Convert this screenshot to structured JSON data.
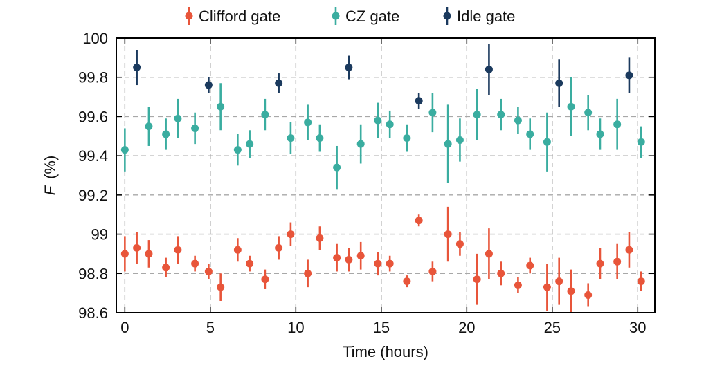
{
  "chart_data": {
    "type": "scatter",
    "xlabel": "Time  (hours)",
    "ylabel_symbol": "F",
    "ylabel_unit": "(%)",
    "xlim": [
      -0.5,
      31.0
    ],
    "ylim": [
      98.6,
      100.0
    ],
    "xticks": [
      0,
      5,
      10,
      15,
      20,
      25,
      30
    ],
    "yticks": [
      98.6,
      98.8,
      99.0,
      99.2,
      99.4,
      99.6,
      99.8,
      100.0
    ],
    "ytick_labels": [
      "98.6",
      "98.8",
      "99",
      "99.2",
      "99.4",
      "99.6",
      "99.8",
      "100"
    ],
    "grid": true,
    "legend_position": "top",
    "series": [
      {
        "name": "Clifford gate",
        "color": "#e8553a",
        "points": [
          {
            "x": 0.0,
            "y": 98.9,
            "err": 0.09
          },
          {
            "x": 0.7,
            "y": 98.93,
            "err": 0.08
          },
          {
            "x": 1.4,
            "y": 98.9,
            "err": 0.07
          },
          {
            "x": 2.4,
            "y": 98.83,
            "err": 0.05
          },
          {
            "x": 3.1,
            "y": 98.92,
            "err": 0.07
          },
          {
            "x": 4.1,
            "y": 98.85,
            "err": 0.04
          },
          {
            "x": 4.9,
            "y": 98.81,
            "err": 0.04
          },
          {
            "x": 5.6,
            "y": 98.73,
            "err": 0.07
          },
          {
            "x": 6.6,
            "y": 98.92,
            "err": 0.06
          },
          {
            "x": 7.3,
            "y": 98.85,
            "err": 0.04
          },
          {
            "x": 8.2,
            "y": 98.77,
            "err": 0.05
          },
          {
            "x": 9.0,
            "y": 98.93,
            "err": 0.06
          },
          {
            "x": 9.7,
            "y": 99.0,
            "err": 0.06
          },
          {
            "x": 10.7,
            "y": 98.8,
            "err": 0.07
          },
          {
            "x": 11.4,
            "y": 98.98,
            "err": 0.06
          },
          {
            "x": 12.4,
            "y": 98.88,
            "err": 0.07
          },
          {
            "x": 13.1,
            "y": 98.87,
            "err": 0.06
          },
          {
            "x": 13.8,
            "y": 98.89,
            "err": 0.07
          },
          {
            "x": 14.8,
            "y": 98.85,
            "err": 0.06
          },
          {
            "x": 15.5,
            "y": 98.85,
            "err": 0.04
          },
          {
            "x": 16.5,
            "y": 98.76,
            "err": 0.03
          },
          {
            "x": 17.2,
            "y": 99.07,
            "err": 0.03
          },
          {
            "x": 18.0,
            "y": 98.81,
            "err": 0.05
          },
          {
            "x": 18.9,
            "y": 99.0,
            "err": 0.14
          },
          {
            "x": 19.6,
            "y": 98.95,
            "err": 0.06
          },
          {
            "x": 20.6,
            "y": 98.77,
            "err": 0.13
          },
          {
            "x": 21.3,
            "y": 98.9,
            "err": 0.13
          },
          {
            "x": 22.0,
            "y": 98.8,
            "err": 0.06
          },
          {
            "x": 23.0,
            "y": 98.74,
            "err": 0.04
          },
          {
            "x": 23.7,
            "y": 98.84,
            "err": 0.04
          },
          {
            "x": 24.7,
            "y": 98.73,
            "err": 0.12
          },
          {
            "x": 25.4,
            "y": 98.76,
            "err": 0.12
          },
          {
            "x": 26.1,
            "y": 98.71,
            "err": 0.11
          },
          {
            "x": 27.1,
            "y": 98.69,
            "err": 0.06
          },
          {
            "x": 27.8,
            "y": 98.85,
            "err": 0.08
          },
          {
            "x": 28.8,
            "y": 98.86,
            "err": 0.09
          },
          {
            "x": 29.5,
            "y": 98.92,
            "err": 0.09
          },
          {
            "x": 30.2,
            "y": 98.76,
            "err": 0.05
          }
        ]
      },
      {
        "name": "CZ gate",
        "color": "#3aada0",
        "points": [
          {
            "x": 0.0,
            "y": 99.43,
            "err": 0.11
          },
          {
            "x": 1.4,
            "y": 99.55,
            "err": 0.1
          },
          {
            "x": 2.4,
            "y": 99.51,
            "err": 0.08
          },
          {
            "x": 3.1,
            "y": 99.59,
            "err": 0.1
          },
          {
            "x": 4.1,
            "y": 99.54,
            "err": 0.08
          },
          {
            "x": 5.6,
            "y": 99.65,
            "err": 0.12
          },
          {
            "x": 6.6,
            "y": 99.43,
            "err": 0.08
          },
          {
            "x": 7.3,
            "y": 99.46,
            "err": 0.07
          },
          {
            "x": 8.2,
            "y": 99.61,
            "err": 0.08
          },
          {
            "x": 9.7,
            "y": 99.49,
            "err": 0.08
          },
          {
            "x": 10.7,
            "y": 99.57,
            "err": 0.09
          },
          {
            "x": 11.4,
            "y": 99.49,
            "err": 0.07
          },
          {
            "x": 12.4,
            "y": 99.34,
            "err": 0.11
          },
          {
            "x": 13.8,
            "y": 99.46,
            "err": 0.1
          },
          {
            "x": 14.8,
            "y": 99.58,
            "err": 0.09
          },
          {
            "x": 15.5,
            "y": 99.56,
            "err": 0.07
          },
          {
            "x": 16.5,
            "y": 99.49,
            "err": 0.07
          },
          {
            "x": 18.0,
            "y": 99.62,
            "err": 0.1
          },
          {
            "x": 18.9,
            "y": 99.46,
            "err": 0.2
          },
          {
            "x": 19.6,
            "y": 99.48,
            "err": 0.11
          },
          {
            "x": 20.6,
            "y": 99.61,
            "err": 0.13
          },
          {
            "x": 22.0,
            "y": 99.61,
            "err": 0.08
          },
          {
            "x": 23.0,
            "y": 99.58,
            "err": 0.07
          },
          {
            "x": 23.7,
            "y": 99.51,
            "err": 0.08
          },
          {
            "x": 24.7,
            "y": 99.47,
            "err": 0.15
          },
          {
            "x": 26.1,
            "y": 99.65,
            "err": 0.15
          },
          {
            "x": 27.1,
            "y": 99.62,
            "err": 0.09
          },
          {
            "x": 27.8,
            "y": 99.51,
            "err": 0.08
          },
          {
            "x": 28.8,
            "y": 99.56,
            "err": 0.13
          },
          {
            "x": 30.2,
            "y": 99.47,
            "err": 0.08
          }
        ]
      },
      {
        "name": "Idle gate",
        "color": "#1b3a5e",
        "points": [
          {
            "x": 0.7,
            "y": 99.85,
            "err": 0.09
          },
          {
            "x": 4.9,
            "y": 99.76,
            "err": 0.04
          },
          {
            "x": 9.0,
            "y": 99.77,
            "err": 0.05
          },
          {
            "x": 13.1,
            "y": 99.85,
            "err": 0.06
          },
          {
            "x": 17.2,
            "y": 99.68,
            "err": 0.04
          },
          {
            "x": 21.3,
            "y": 99.84,
            "err": 0.13
          },
          {
            "x": 25.4,
            "y": 99.77,
            "err": 0.12
          },
          {
            "x": 29.5,
            "y": 99.81,
            "err": 0.09
          }
        ]
      }
    ]
  }
}
